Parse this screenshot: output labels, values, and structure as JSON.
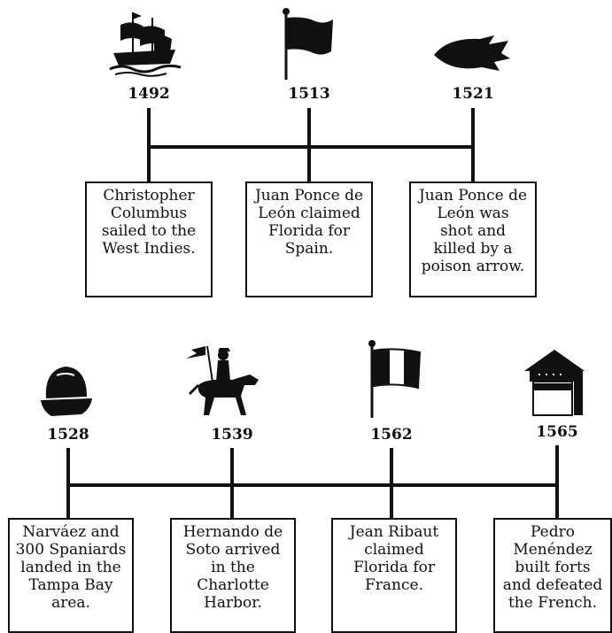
{
  "timeline_top": {
    "events": [
      {
        "year": "1492",
        "icon": "ship-icon",
        "lines": [
          "Christopher",
          "Columbus",
          "sailed to the",
          "West Indies."
        ]
      },
      {
        "year": "1513",
        "icon": "spanish-flag-icon",
        "lines": [
          "Juan Ponce de",
          "León claimed",
          "Florida for",
          "Spain."
        ]
      },
      {
        "year": "1521",
        "icon": "arrowhead-icon",
        "lines": [
          "Juan Ponce de",
          "León was",
          "shot and",
          "killed by a",
          "poison arrow."
        ]
      }
    ]
  },
  "timeline_bottom": {
    "events": [
      {
        "year": "1528",
        "icon": "conquistador-helmet-icon",
        "lines": [
          "Narváez and",
          "300 Spaniards",
          "landed in the",
          "Tampa Bay",
          "area."
        ]
      },
      {
        "year": "1539",
        "icon": "horseman-icon",
        "lines": [
          "Hernando de",
          "Soto arrived",
          "in the",
          "Charlotte",
          "Harbor."
        ]
      },
      {
        "year": "1562",
        "icon": "french-flag-icon",
        "lines": [
          "Jean Ribaut",
          "claimed",
          "Florida for",
          "France."
        ]
      },
      {
        "year": "1565",
        "icon": "fort-icon",
        "lines": [
          "Pedro",
          "Menéndez",
          "built forts",
          "and defeated",
          "the French."
        ]
      }
    ]
  }
}
